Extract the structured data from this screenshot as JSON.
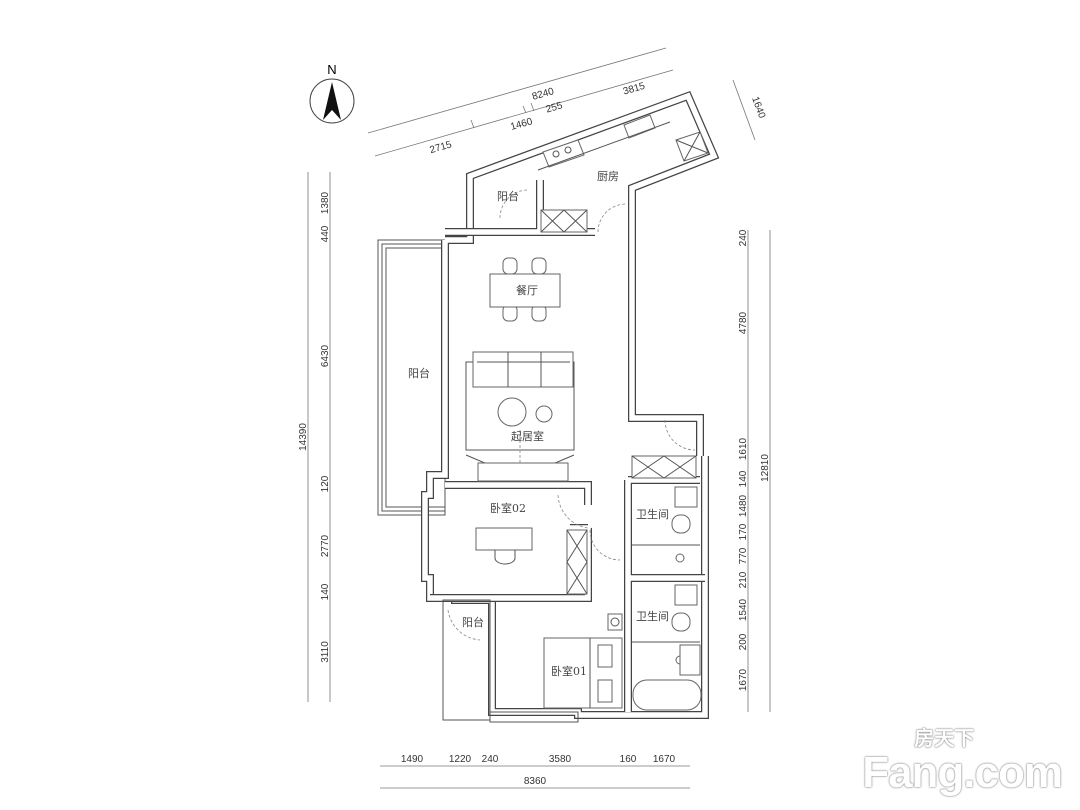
{
  "compass": {
    "label": "N"
  },
  "rooms": {
    "kitchen": "厨房",
    "kitchen_balcony": "阳台",
    "dining": "餐厅",
    "living": "起居室",
    "west_balcony": "阳台",
    "bedroom02": "卧室02",
    "bedroom01": "卧室01",
    "small_balcony": "阳台",
    "bath1": "卫生间",
    "bath2": "卫生间"
  },
  "dims": {
    "top_total": "8240",
    "top": [
      "2715",
      "1460",
      "255",
      "3815"
    ],
    "top_right": "1640",
    "left_total": "14390",
    "left": [
      "1380",
      "440",
      "6430",
      "120",
      "2770",
      "140",
      "3110"
    ],
    "right_total": "12810",
    "right": [
      "240",
      "4780",
      "1610",
      "140",
      "1480",
      "170",
      "770",
      "210",
      "1540",
      "200",
      "1670"
    ],
    "bottom": [
      "1490",
      "1220",
      "240",
      "3580",
      "160",
      "1670"
    ],
    "bottom_total": "8360"
  },
  "watermark": {
    "cn": "房天下",
    "en": "Fang.com"
  }
}
